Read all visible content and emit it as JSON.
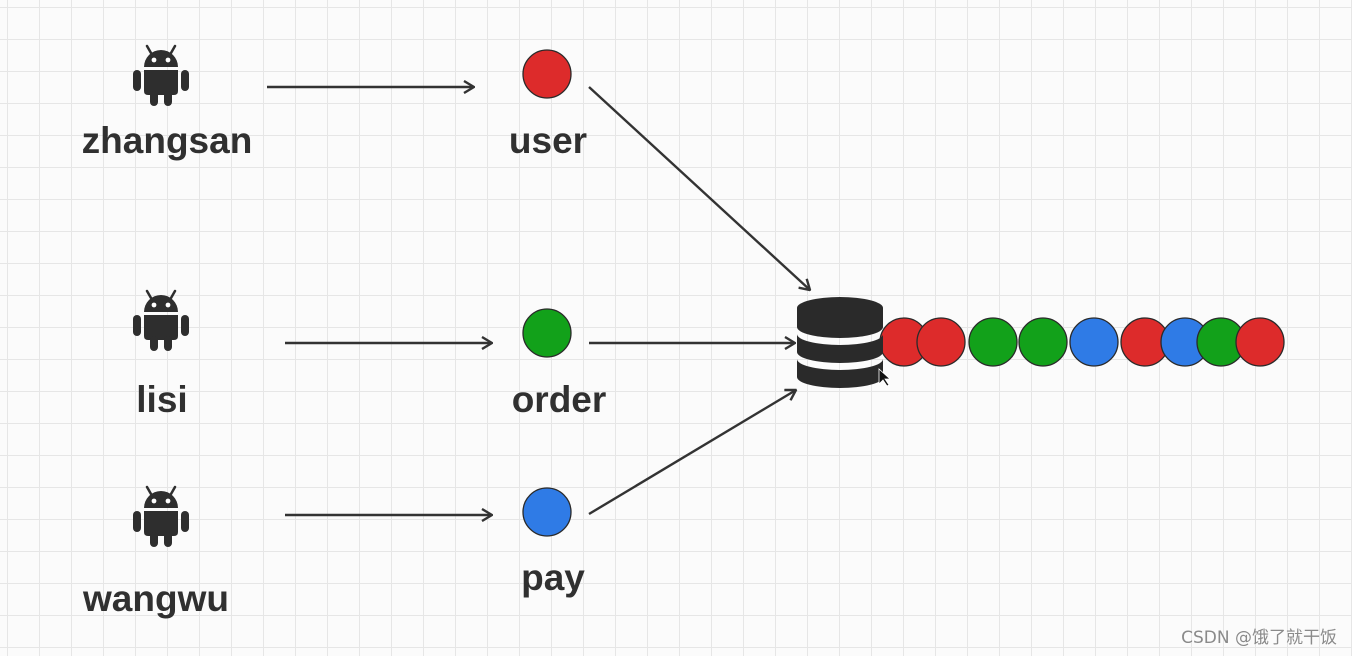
{
  "clients": [
    {
      "name": "zhangsan",
      "icon": "android-icon"
    },
    {
      "name": "lisi",
      "icon": "android-icon"
    },
    {
      "name": "wangwu",
      "icon": "android-icon"
    }
  ],
  "topics": [
    {
      "name": "user",
      "color": "#dd2b2b"
    },
    {
      "name": "order",
      "color": "#12a11a"
    },
    {
      "name": "pay",
      "color": "#2f7be6"
    }
  ],
  "storage": {
    "icon": "database-icon"
  },
  "queue_colors": [
    "#dd2b2b",
    "#dd2b2b",
    "#12a11a",
    "#12a11a",
    "#2f7be6",
    "#dd2b2b",
    "#2f7be6",
    "#12a11a",
    "#dd2b2b"
  ],
  "watermark": "CSDN @饿了就干饭"
}
